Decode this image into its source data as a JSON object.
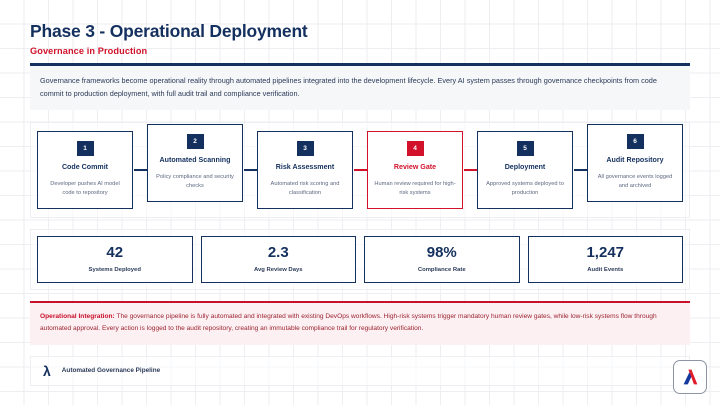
{
  "header": {
    "title": "Phase 3 - Operational Deployment",
    "subtitle": "Governance in Production",
    "intro": "Governance frameworks become operational reality through automated pipelines integrated into the development lifecycle. Every AI system passes through governance checkpoints from code commit to production deployment, with full audit trail and compliance verification."
  },
  "colors": {
    "navy": "#14305e",
    "red": "#d1122a",
    "grid": "#eceef1",
    "callout_bg": "#fcf0f2"
  },
  "pipeline": {
    "nodes": [
      {
        "number": "1",
        "title": "Code Commit",
        "desc": "Developer pushes AI model code to repository",
        "flagged": false
      },
      {
        "number": "2",
        "title": "Automated Scanning",
        "desc": "Policy compliance and security checks",
        "flagged": false
      },
      {
        "number": "3",
        "title": "Risk Assessment",
        "desc": "Automated risk scoring and classification",
        "flagged": false
      },
      {
        "number": "4",
        "title": "Review Gate",
        "desc": "Human review required for high-risk systems",
        "flagged": true
      },
      {
        "number": "5",
        "title": "Deployment",
        "desc": "Approved systems deployed to production",
        "flagged": false
      },
      {
        "number": "6",
        "title": "Audit Repository",
        "desc": "All governance events logged and archived",
        "flagged": false
      }
    ]
  },
  "metrics": [
    {
      "value": "42",
      "label": "Systems Deployed"
    },
    {
      "value": "2.3",
      "label": "Avg Review Days"
    },
    {
      "value": "98%",
      "label": "Compliance Rate"
    },
    {
      "value": "1,247",
      "label": "Audit Events"
    }
  ],
  "callout": {
    "label": "Operational Integration:",
    "text": " The governance pipeline is fully automated and integrated with existing DevOps workflows. High-risk systems trigger mandatory human review gates, while low-risk systems flow through automated approval. Every action is logged to the audit repository, creating an immutable compliance trail for regulatory verification."
  },
  "footer": {
    "icon": "lambda-icon",
    "glyph": "λ",
    "text": "Automated Governance Pipeline"
  },
  "logo": {
    "name": "brand-logo"
  }
}
